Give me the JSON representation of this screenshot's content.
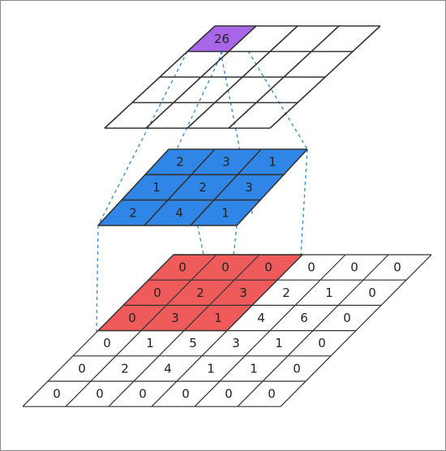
{
  "colors": {
    "output_highlight": "#a965e8",
    "kernel": "#2f86e6",
    "receptive_field": "#ef5b5b",
    "grid_line": "#333333",
    "connector": "#3a8fd8"
  },
  "output_layer": {
    "rows": [
      [
        "26",
        "",
        "",
        ""
      ],
      [
        "",
        "",
        "",
        ""
      ],
      [
        "",
        "",
        "",
        ""
      ],
      [
        "",
        "",
        "",
        ""
      ]
    ]
  },
  "kernel_layer": {
    "rows": [
      [
        "2",
        "3",
        "1"
      ],
      [
        "1",
        "2",
        "3"
      ],
      [
        "2",
        "4",
        "1"
      ]
    ]
  },
  "input_layer": {
    "rows": [
      [
        "0",
        "0",
        "0",
        "0",
        "0",
        "0"
      ],
      [
        "0",
        "2",
        "3",
        "2",
        "1",
        "0"
      ],
      [
        "0",
        "3",
        "1",
        "4",
        "6",
        "0"
      ],
      [
        "0",
        "1",
        "5",
        "3",
        "1",
        "0"
      ],
      [
        "0",
        "2",
        "4",
        "1",
        "1",
        "0"
      ],
      [
        "0",
        "0",
        "0",
        "0",
        "0",
        "0"
      ]
    ]
  }
}
